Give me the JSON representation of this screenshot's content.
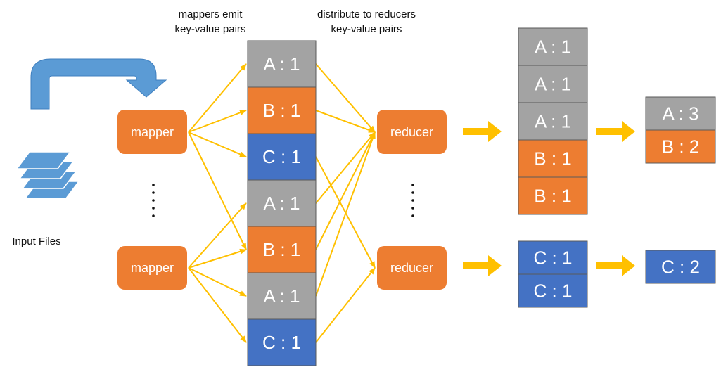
{
  "colors": {
    "gray": "#a3a3a3",
    "orange": "#ed7d31",
    "blue": "#4472c4",
    "arrow": "#ffc000",
    "input_blue": "#5b9bd5",
    "border": "#5a5a5a"
  },
  "captions": {
    "mappers_emit": [
      "mappers emit",
      "key-value pairs"
    ],
    "distribute": [
      "distribute to reducers",
      "key-value pairs"
    ]
  },
  "input": {
    "label": "Input Files",
    "icons": [
      "files-stack-icon",
      "curved-arrow-icon"
    ]
  },
  "mappers": {
    "labels": [
      "mapper",
      "mapper"
    ],
    "ellipsis": "⋮"
  },
  "emitted_pairs": [
    {
      "text": "A : 1",
      "color": "gray"
    },
    {
      "text": "B : 1",
      "color": "orange"
    },
    {
      "text": "C : 1",
      "color": "blue"
    },
    {
      "text": "A : 1",
      "color": "gray"
    },
    {
      "text": "B : 1",
      "color": "orange"
    },
    {
      "text": "A : 1",
      "color": "gray"
    },
    {
      "text": "C : 1",
      "color": "blue"
    }
  ],
  "mapper_links": [
    [
      0,
      0
    ],
    [
      0,
      1
    ],
    [
      0,
      2
    ],
    [
      0,
      4
    ],
    [
      1,
      3
    ],
    [
      1,
      4
    ],
    [
      1,
      5
    ],
    [
      1,
      6
    ]
  ],
  "reducers": {
    "labels": [
      "reducer",
      "reducer"
    ],
    "ellipsis": "⋮"
  },
  "reducer_links": [
    [
      0,
      0
    ],
    [
      1,
      0
    ],
    [
      2,
      1
    ],
    [
      3,
      0
    ],
    [
      4,
      0
    ],
    [
      5,
      0
    ],
    [
      6,
      1
    ]
  ],
  "grouped": [
    [
      {
        "text": "A : 1",
        "color": "gray"
      },
      {
        "text": "A : 1",
        "color": "gray"
      },
      {
        "text": "A : 1",
        "color": "gray"
      },
      {
        "text": "B : 1",
        "color": "orange"
      },
      {
        "text": "B : 1",
        "color": "orange"
      }
    ],
    [
      {
        "text": "C : 1",
        "color": "blue"
      },
      {
        "text": "C : 1",
        "color": "blue"
      }
    ]
  ],
  "results": [
    [
      {
        "text": "A : 3",
        "color": "gray"
      },
      {
        "text": "B : 2",
        "color": "orange"
      }
    ],
    [
      {
        "text": "C : 2",
        "color": "blue"
      }
    ]
  ]
}
